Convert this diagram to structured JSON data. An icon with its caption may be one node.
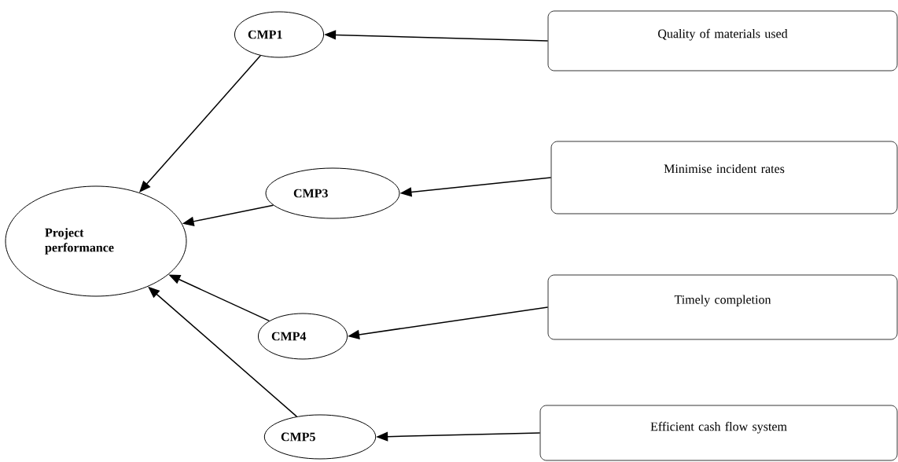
{
  "diagram": {
    "nodes": [
      {
        "text": [
          "Project performance"
        ]
      },
      {
        "text": [
          "CMP1"
        ]
      },
      {
        "text": [
          "CMP3"
        ]
      },
      {
        "text": [
          "CMP4"
        ]
      },
      {
        "text": [
          "CMP5"
        ]
      },
      {
        "text": [
          "Quality of materials used"
        ]
      },
      {
        "text": [
          "Minimise incident rates"
        ]
      },
      {
        "text": [
          "Timely completion"
        ]
      },
      {
        "text": [
          "Efficient cash flow system"
        ]
      }
    ],
    "edges": [
      {
        "from": 5,
        "to": 1,
        "arrow": "to"
      },
      {
        "from": 6,
        "to": 2,
        "arrow": "to"
      },
      {
        "from": 7,
        "to": 3,
        "arrow": "to"
      },
      {
        "from": 8,
        "to": 4,
        "arrow": "to"
      },
      {
        "from": 1,
        "to": 0,
        "arrow": "to"
      },
      {
        "from": 2,
        "to": 0,
        "arrow": "to"
      },
      {
        "from": 3,
        "to": 0,
        "arrow": "to"
      },
      {
        "from": 4,
        "to": 0,
        "arrow": "to"
      }
    ]
  }
}
